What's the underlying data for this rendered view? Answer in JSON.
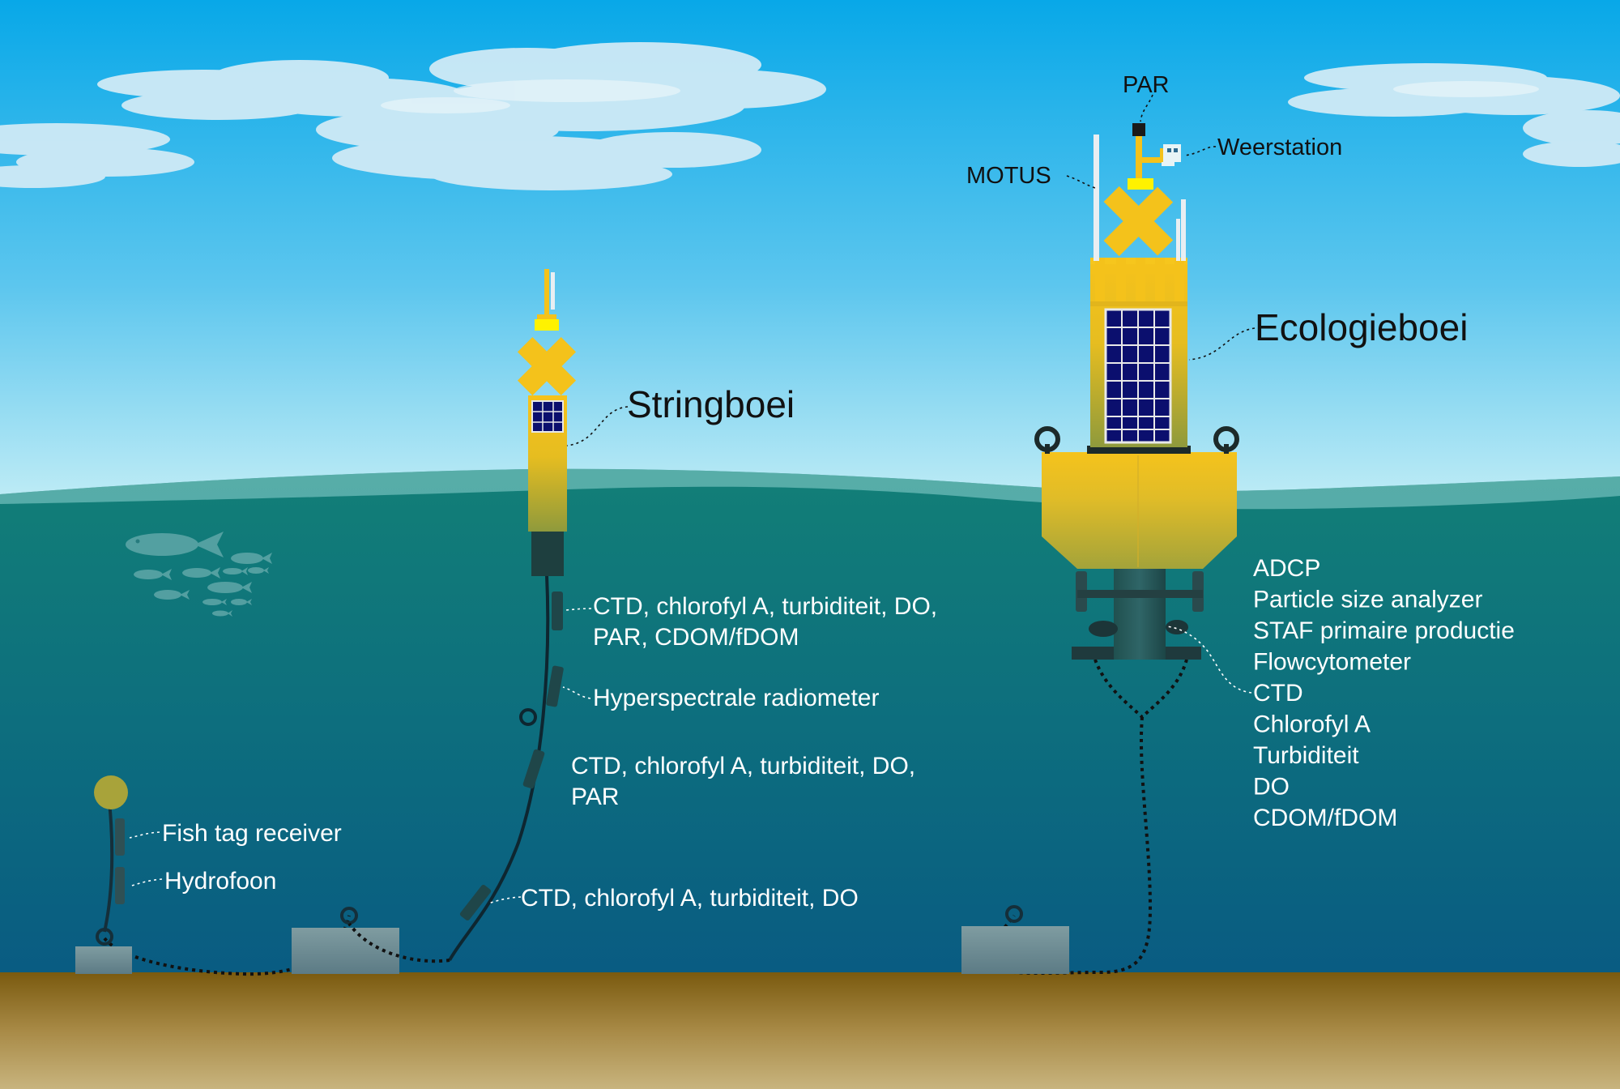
{
  "labels": {
    "stringboei": "Stringboei",
    "ecologieboei": "Ecologieboei",
    "par_top": "PAR",
    "weerstation": "Weerstation",
    "motus": "MOTUS"
  },
  "string_sensors": [
    [
      "CTD, chlorofyl A, turbiditeit, DO,",
      "PAR, CDOM/fDOM"
    ],
    [
      "Hyperspectrale radiometer"
    ],
    [
      "CTD, chlorofyl A, turbiditeit, DO,",
      "PAR"
    ],
    [
      "CTD, chlorofyl A, turbiditeit, DO"
    ]
  ],
  "fish_sensors": [
    "Fish tag receiver",
    "Hydrofoon"
  ],
  "ecologie_sensors": [
    "ADCP",
    "Particle size analyzer",
    "STAF primaire productie",
    "Flowcytometer",
    "CTD",
    "Chlorofyl A",
    "Turbiditeit",
    "DO",
    "CDOM/fDOM"
  ],
  "colors": {
    "sky_top": "#0aa9e8",
    "sky_bottom": "#c9f0f7",
    "sea_top": "#138078",
    "sea_bottom": "#0a5f80",
    "seabed": "#8a6a1c",
    "buoy_yellow": "#f2c21a",
    "solar_panel": "#0b0f6e"
  }
}
